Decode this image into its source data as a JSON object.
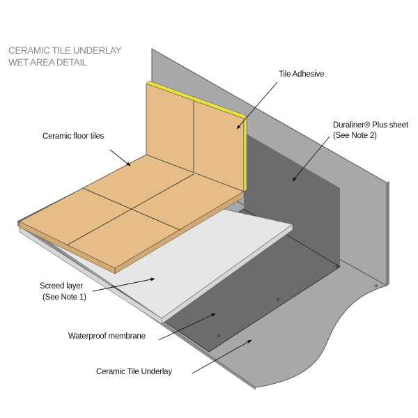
{
  "title": {
    "line1": "CERAMIC TILE UNDERLAY",
    "line2": "WET AREA DETAIL"
  },
  "labels": {
    "tile_adhesive": "Tile Adhesive",
    "duraliner_line1": "Duraliner® Plus sheet",
    "duraliner_line2": "(See Note 2)",
    "ceramic_floor_tiles": "Ceramic floor tiles",
    "screed_line1": "Screed layer",
    "screed_line2": "(See Note 1)",
    "waterproof_membrane": "Waterproof membrane",
    "ceramic_tile_underlay": "Ceramic Tile Underlay"
  },
  "colors": {
    "board": "#a7a8aa",
    "membrane": "#6b6c6e",
    "screed": "#e6e6e6",
    "tile": "#e6bd87",
    "adhesive": "#e8df3a"
  }
}
